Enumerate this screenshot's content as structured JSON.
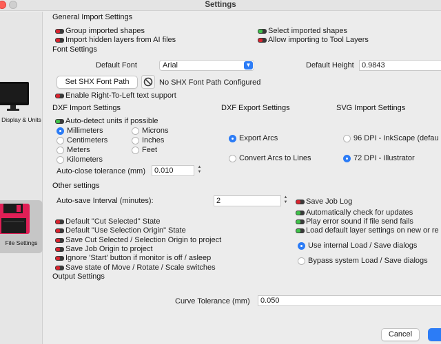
{
  "window": {
    "title": "Settings"
  },
  "sidebar": {
    "items": [
      {
        "label": "Display & Units",
        "icon": "monitor-icon",
        "selected": false
      },
      {
        "label": "File Settings",
        "icon": "floppy-disk-icon",
        "selected": true
      }
    ]
  },
  "general": {
    "heading": "General Import Settings",
    "group_imported_shapes": {
      "label": "Group imported shapes",
      "on": false
    },
    "select_imported_shapes": {
      "label": "Select imported shapes",
      "on": true
    },
    "import_hidden_layers": {
      "label": "Import hidden layers from AI files",
      "on": false
    },
    "allow_tool_layers": {
      "label": "Allow importing to Tool Layers",
      "on": false
    }
  },
  "font": {
    "heading": "Font Settings",
    "default_font_label": "Default Font",
    "default_font_value": "Arial",
    "default_height_label": "Default Height",
    "default_height_value": "0.9843",
    "shx_button": "Set SHX Font Path",
    "shx_status": "No SHX Font Path Configured",
    "rtl": {
      "label": "Enable Right-To-Left text support",
      "on": false
    }
  },
  "dxf_import": {
    "heading": "DXF Import Settings",
    "auto_detect": {
      "label": "Auto-detect units if possible",
      "on": true
    },
    "units": [
      "Millimeters",
      "Microns",
      "Centimeters",
      "Inches",
      "Meters",
      "Feet",
      "Kilometers"
    ],
    "selected_unit": "Millimeters",
    "tolerance_label": "Auto-close tolerance (mm)",
    "tolerance_value": "0.010"
  },
  "dxf_export": {
    "heading": "DXF Export Settings",
    "options": [
      "Export Arcs",
      "Convert Arcs to Lines"
    ],
    "selected": "Export Arcs"
  },
  "svg_import": {
    "heading": "SVG Import Settings",
    "options": [
      "96 DPI - InkScape (defau",
      "72 DPI - Illustrator"
    ],
    "selected": "72 DPI - Illustrator"
  },
  "other": {
    "heading": "Other settings",
    "autosave_label": "Auto-save Interval (minutes):",
    "autosave_value": "2",
    "left_toggles": [
      {
        "label": "Default \"Cut Selected\" State",
        "on": false
      },
      {
        "label": "Default \"Use Selection Origin\" State",
        "on": false
      },
      {
        "label": "Save Cut Selected / Selection Origin to project",
        "on": false
      },
      {
        "label": "Save Job Origin to project",
        "on": false
      },
      {
        "label": "Ignore 'Start' button if monitor is off / asleep",
        "on": false
      },
      {
        "label": "Save state of Move / Rotate / Scale switches",
        "on": false
      }
    ],
    "right_toggles": [
      {
        "label": "Save Job Log",
        "on": false
      },
      {
        "label": "Automatically check for updates",
        "on": true
      },
      {
        "label": "Play error sound if file send fails",
        "on": true
      },
      {
        "label": "Load default layer settings on new or re",
        "on": true
      }
    ],
    "dialog_options": [
      "Use internal Load / Save dialogs",
      "Bypass system Load / Save dialogs"
    ],
    "dialog_selected": "Use internal Load / Save dialogs"
  },
  "output": {
    "heading": "Output Settings",
    "curve_tolerance_label": "Curve Tolerance (mm)",
    "curve_tolerance_value": "0.050"
  },
  "footer": {
    "cancel_label": "Cancel",
    "ok_label": ""
  },
  "colors": {
    "accent": "#2c7cf6",
    "toggle_on": "#3fc24a",
    "toggle_off": "#d8242f"
  }
}
